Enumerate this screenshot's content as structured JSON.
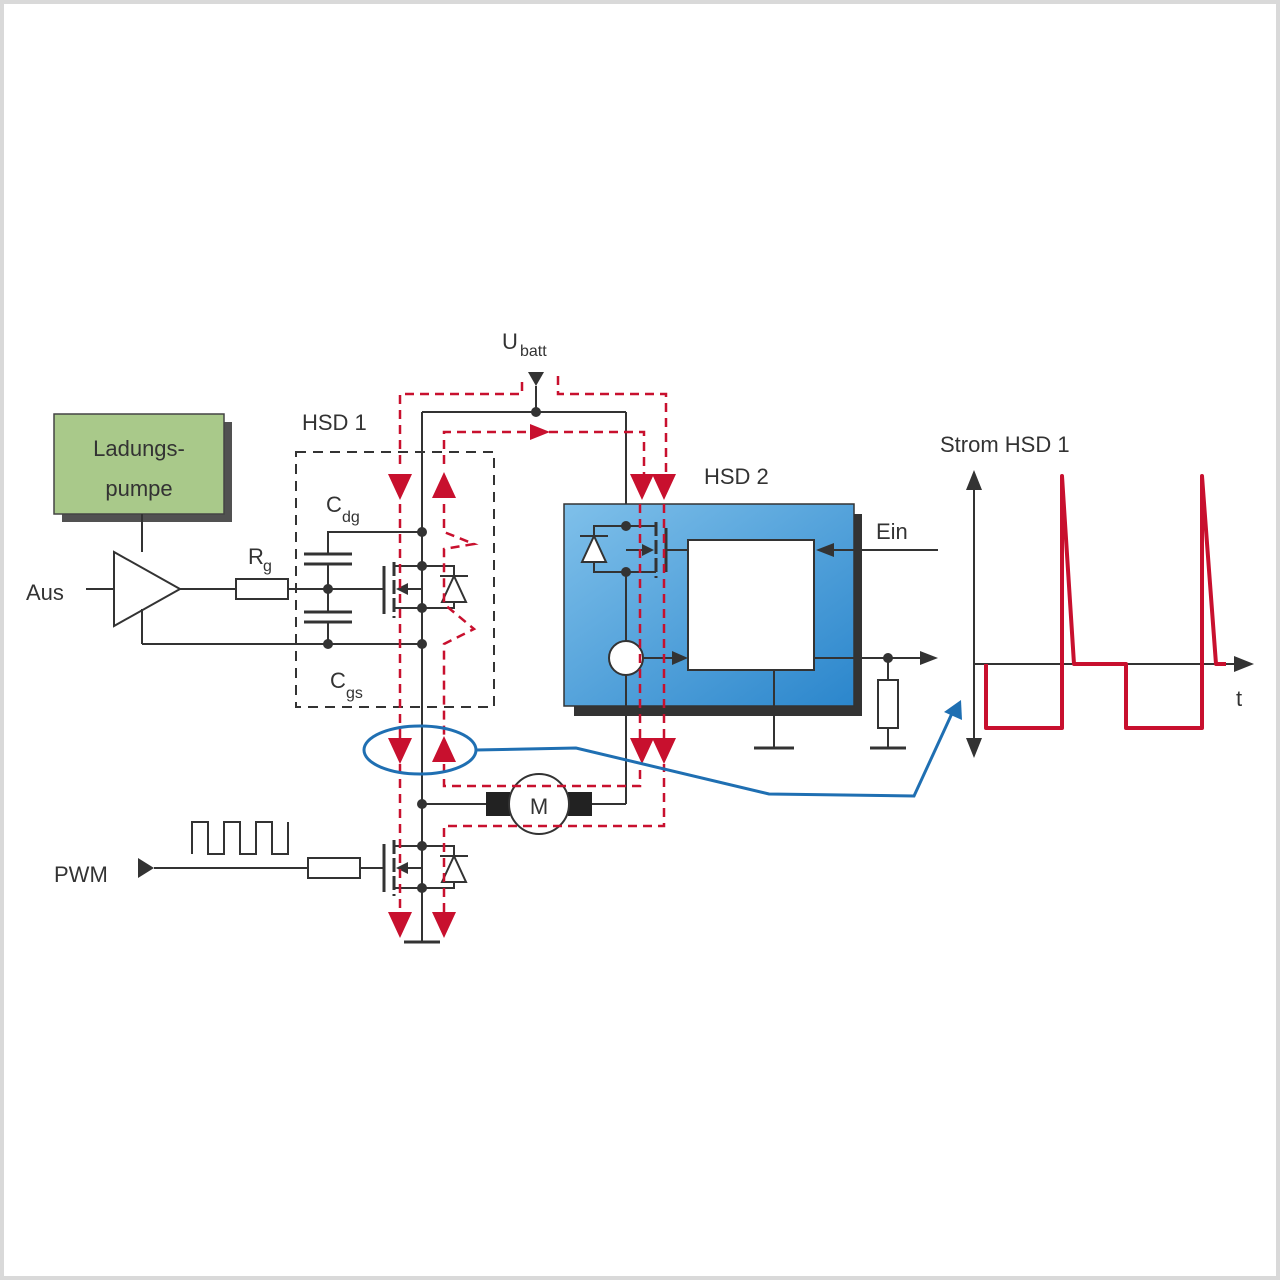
{
  "labels": {
    "charge_pump_line1": "Ladungs-",
    "charge_pump_line2": "pumpe",
    "aus": "Aus",
    "rg_main": "R",
    "rg_sub": "g",
    "hsd1": "HSD 1",
    "cdg_main": "C",
    "cdg_sub": "dg",
    "cgs_main": "C",
    "cgs_sub": "gs",
    "ubatt_main": "U",
    "ubatt_sub": "batt",
    "hsd2": "HSD 2",
    "ein": "Ein",
    "pwm": "PWM",
    "motor": "M",
    "graph_title": "Strom HSD 1",
    "graph_t": "t"
  },
  "colors": {
    "wire": "#333333",
    "current_path": "#c8102e",
    "highlight": "#1f6fb2",
    "charge_pump_fill": "#a9c98a",
    "hsd2_fill": "#4da3dc"
  },
  "icons": {
    "amplifier": "triangle-amplifier-icon",
    "mosfet": "mosfet-icon",
    "diode": "diode-icon",
    "resistor": "resistor-icon",
    "capacitor": "capacitor-icon",
    "motor": "motor-icon",
    "ground": "ground-icon",
    "pwm_wave": "square-wave-icon",
    "current_source": "circle-icon"
  }
}
